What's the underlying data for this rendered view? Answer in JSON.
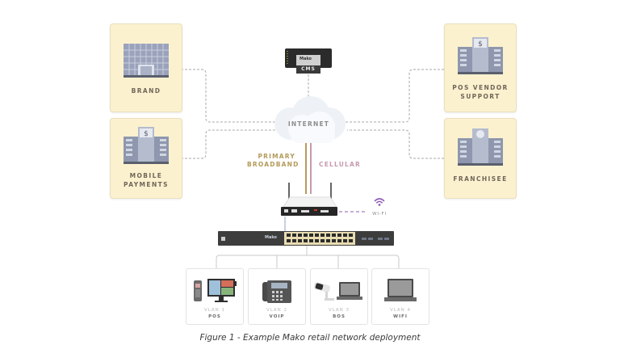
{
  "diagram": {
    "nodes": {
      "brand": {
        "label": "BRAND",
        "icon": "office-building-icon"
      },
      "mobile_payments": {
        "label_line1": "MOBILE",
        "label_line2": "PAYMENTS",
        "icon": "bank-building-icon"
      },
      "pos_vendor_support": {
        "label_line1": "POS VENDOR",
        "label_line2": "SUPPORT",
        "icon": "bank-building-icon"
      },
      "franchisee": {
        "label": "FRANCHISEE",
        "icon": "corporate-building-icon"
      },
      "cms": {
        "label": "CMS",
        "badge": "Mako",
        "icon": "cms-server-icon"
      },
      "internet": {
        "label": "INTERNET",
        "icon": "cloud-icon"
      },
      "router": {
        "icon": "router-icon"
      },
      "wifi": {
        "label": "WI-FI",
        "icon": "wifi-icon"
      },
      "switch": {
        "badge": "Mako",
        "icon": "network-switch-icon"
      }
    },
    "connections": {
      "primary_label_line1": "PRIMARY",
      "primary_label_line2": "BROADBAND",
      "cellular_label": "CELLULAR"
    },
    "vlans": [
      {
        "number": "VLAN 1",
        "name": "POS",
        "icons": [
          "card-terminal-icon",
          "pos-monitor-icon"
        ]
      },
      {
        "number": "VLAN 2",
        "name": "VOIP",
        "icons": [
          "desk-phone-icon"
        ]
      },
      {
        "number": "VLAN 3",
        "name": "BOS",
        "icons": [
          "security-camera-icon",
          "laptop-icon"
        ]
      },
      {
        "number": "VLAN 4",
        "name": "WIFI",
        "icons": [
          "laptop-icon"
        ]
      }
    ],
    "colors": {
      "card_bg": "#fcf1cf",
      "primary_broadband": "#b59a5a",
      "cellular": "#c79aae",
      "wifi": "#8e5fb3"
    }
  },
  "caption": "Figure 1 - Example Mako retail network deployment"
}
